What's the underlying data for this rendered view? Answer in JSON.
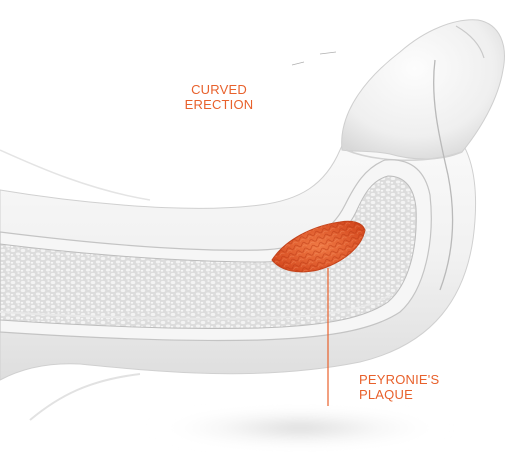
{
  "labels": {
    "curved_erection": {
      "line1": "CURVED",
      "line2": "ERECTION"
    },
    "plaque": {
      "line1": "PEYRONIE'S",
      "line2": "PLAQUE"
    }
  },
  "colors": {
    "accent": "#e8612c",
    "plaque_fill": "#e0582a",
    "tissue": "#d9d9d9",
    "outline": "#c6c6c6",
    "body": "#f2f2f2"
  },
  "icons": [
    "sponge-texture",
    "fibrous-plaque"
  ]
}
